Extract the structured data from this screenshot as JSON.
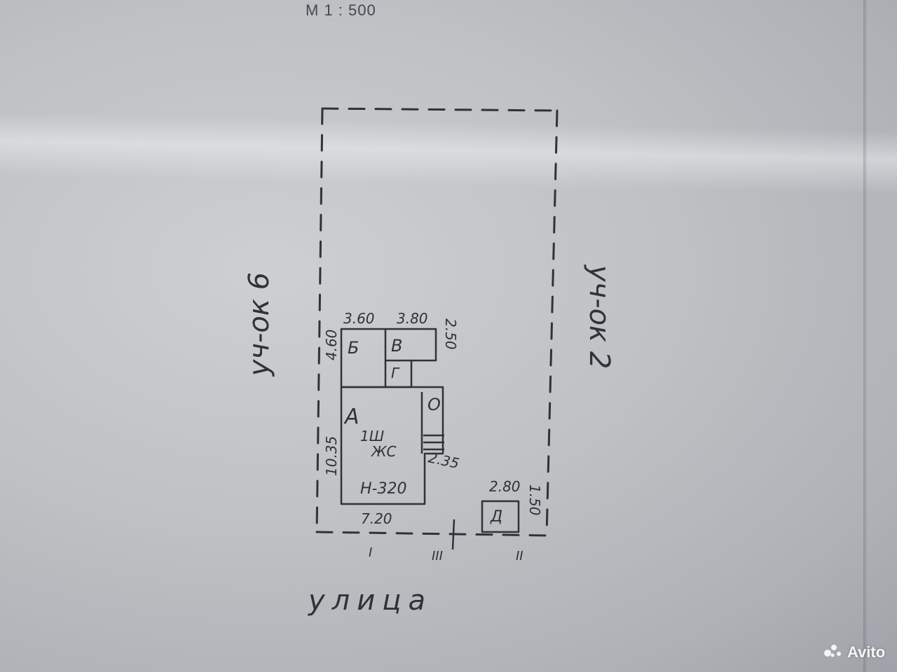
{
  "scale": "M 1 : 500",
  "neighbors": {
    "left": "уч-ок 6",
    "right": "уч-ок 2"
  },
  "street": "улица",
  "rooms": {
    "a": "А",
    "b": "Б",
    "v": "В",
    "g": "Г",
    "o": "О",
    "d": "Д"
  },
  "building_note": {
    "floors": "1Ш",
    "use": "ЖС",
    "height": "Н-320"
  },
  "dimensions": {
    "top_left": "3.60",
    "top_right": "3.80",
    "right_top": "2.50",
    "left_top": "4.60",
    "left_main": "10.35",
    "bottom_main": "7.20",
    "porch": "2.35",
    "shed_width": "2.80",
    "shed_depth": "1.50"
  },
  "gate_marks": {
    "first": "I",
    "second": "III",
    "third": "II"
  },
  "watermark": "Avito",
  "colors": {
    "ink": "#2f3338",
    "paper": "#c4c6c9"
  }
}
